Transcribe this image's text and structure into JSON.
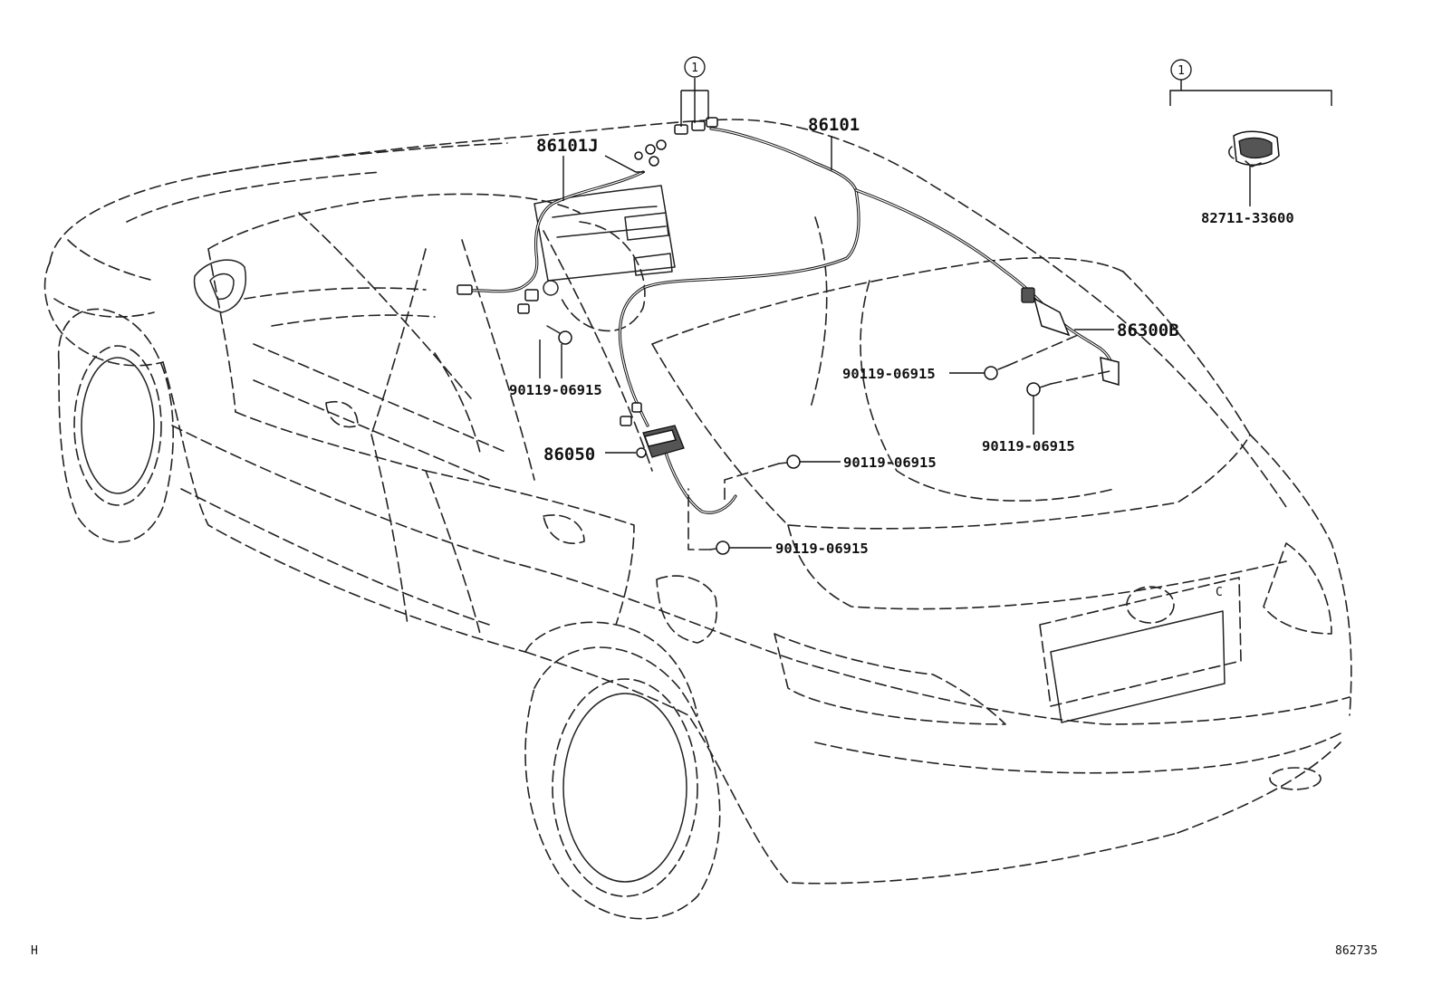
{
  "diagram": {
    "callouts": [
      {
        "id": "callout-86101",
        "text": "86101"
      },
      {
        "id": "callout-86101j",
        "text": "86101J"
      },
      {
        "id": "callout-86300b",
        "text": "86300B"
      },
      {
        "id": "callout-86050",
        "text": "86050"
      },
      {
        "id": "callout-screw-a",
        "text": "90119-06915"
      },
      {
        "id": "callout-screw-b",
        "text": "90119-06915"
      },
      {
        "id": "callout-screw-c",
        "text": "90119-06915"
      },
      {
        "id": "callout-screw-d",
        "text": "90119-06915"
      },
      {
        "id": "callout-screw-e",
        "text": "90119-06915"
      },
      {
        "id": "callout-82711",
        "text": "82711-33600"
      }
    ],
    "reference_markers": [
      "1",
      "1"
    ],
    "plate_letter": "C",
    "footer_left": "H",
    "footer_right": "862735"
  }
}
